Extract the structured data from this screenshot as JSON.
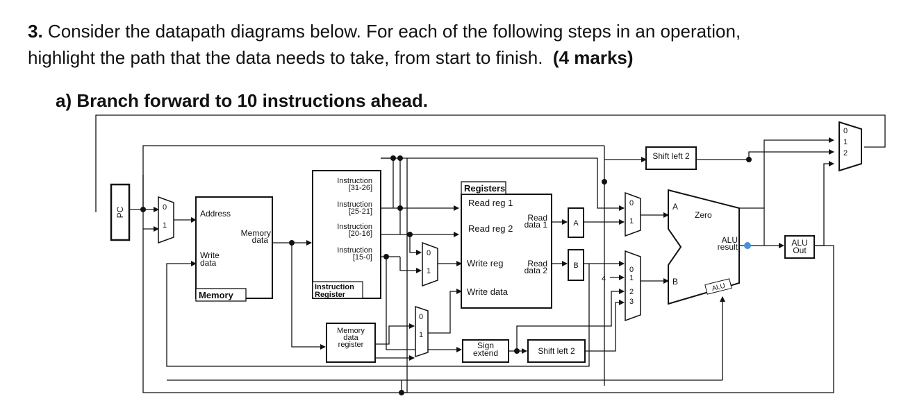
{
  "question": {
    "number": "3.",
    "line1": "Consider the datapath diagrams below. For each of the following steps in an operation,",
    "line2_text": "highlight the path that the data needs to take, from start to finish.",
    "marks": "(4 marks)"
  },
  "part_a": "a) Branch forward to 10 instructions ahead.",
  "diagram": {
    "pc": "PC",
    "mux_labels_01": [
      "0",
      "1"
    ],
    "mux_labels_012": [
      "0",
      "1",
      "2"
    ],
    "mux_labels_0123": [
      "0",
      "1",
      "2",
      "3"
    ],
    "memory": {
      "address": "Address",
      "memory_data_1": "Memory",
      "memory_data_2": "data",
      "write_data_1": "Write",
      "write_data_2": "data",
      "title": "Memory"
    },
    "ir": {
      "f1a": "Instruction",
      "f1b": "[31-26]",
      "f2a": "Instruction",
      "f2b": "[25-21]",
      "f3a": "Instruction",
      "f3b": "[20-16]",
      "f4a": "Instruction",
      "f4b": "[15-0]",
      "title1": "Instruction",
      "title2": "Register"
    },
    "mdr": {
      "l1": "Memory",
      "l2": "data",
      "l3": "register"
    },
    "registers": {
      "title": "Registers",
      "read_reg_1": "Read reg 1",
      "read_reg_2": "Read reg 2",
      "read_data_1a": "Read",
      "read_data_1b": "data 1",
      "write_reg": "Write reg",
      "read_data_2a": "Read",
      "read_data_2b": "data 2",
      "write_data": "Write data"
    },
    "reg_a": "A",
    "reg_b": "B",
    "sign_extend_1": "Sign",
    "sign_extend_2": "extend",
    "shift_left_2_bottom": "Shift left 2",
    "shift_left_2_top": "Shift left 2",
    "const_four": "4",
    "alu": {
      "in_a": "A",
      "in_b": "B",
      "zero": "Zero",
      "result_1": "ALU",
      "result_2": "result",
      "ctrl": "ALU"
    },
    "alu_out_1": "ALU",
    "alu_out_2": "Out"
  }
}
